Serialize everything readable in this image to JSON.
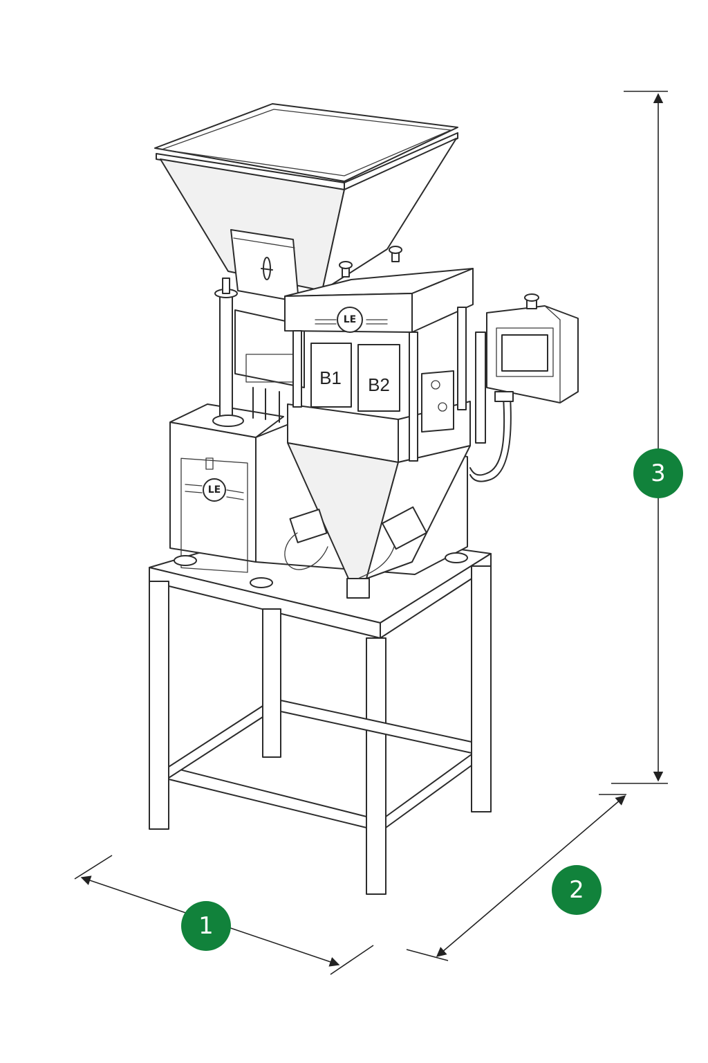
{
  "figure": {
    "bins": [
      {
        "label": "B1"
      },
      {
        "label": "B2"
      }
    ],
    "logo_text": "LE",
    "dimension_markers": [
      {
        "label": "1"
      },
      {
        "label": "2"
      },
      {
        "label": "3"
      }
    ]
  },
  "colors": {
    "marker_fill": "#11823b",
    "line": "#2b2b2b",
    "background": "#ffffff"
  }
}
